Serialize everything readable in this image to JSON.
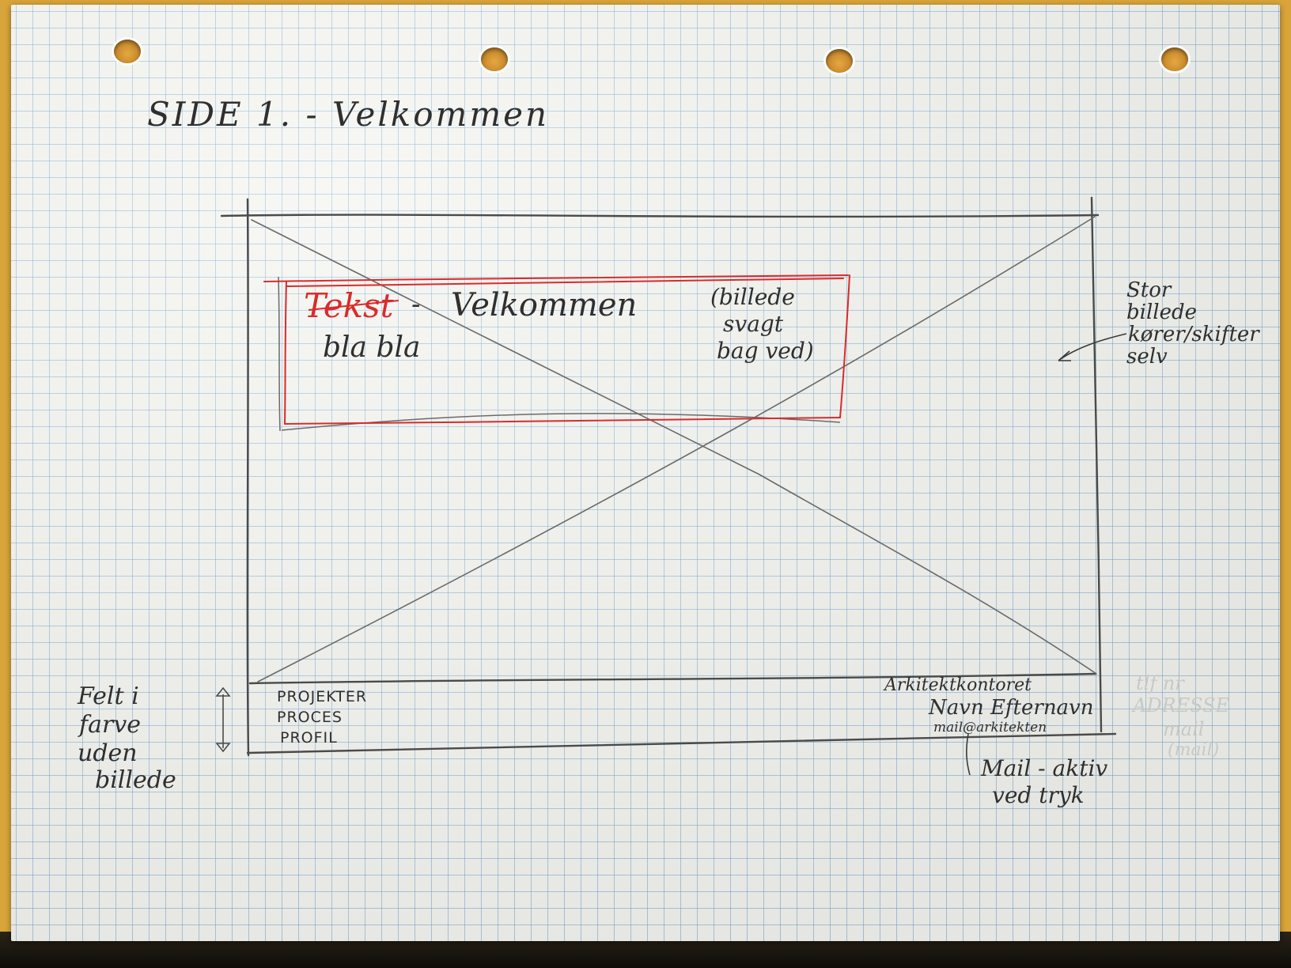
{
  "title": "SIDE 1. - Velkommen",
  "hero_box": {
    "strike_label": "Tekst",
    "dash": "-",
    "welcome": "Velkommen",
    "subtext": "bla bla",
    "note_lines": [
      "(billede",
      "svagt",
      "bag ved)"
    ]
  },
  "right_note": {
    "lines": [
      "Stor",
      "billede",
      "kører/skifter",
      "selv"
    ]
  },
  "nav_items": [
    "PROJEKTER",
    "PROCES",
    "PROFIL"
  ],
  "footer_right": {
    "lines": [
      "Arkitektkontoret",
      "Navn Efternavn",
      "mail@arkitekten"
    ]
  },
  "mail_note": {
    "lines": [
      "Mail - aktiv",
      "ved tryk"
    ]
  },
  "left_note": {
    "lines": [
      "Felt i",
      "farve",
      "uden",
      "billede"
    ]
  },
  "faint_note": {
    "lines": [
      "tlf nr",
      "ADRESSE",
      "mail",
      "(mail)"
    ]
  },
  "colors": {
    "pencil": "#4a4a4a",
    "red_pen": "#d92b2b",
    "grid": "#6ea0cd"
  }
}
